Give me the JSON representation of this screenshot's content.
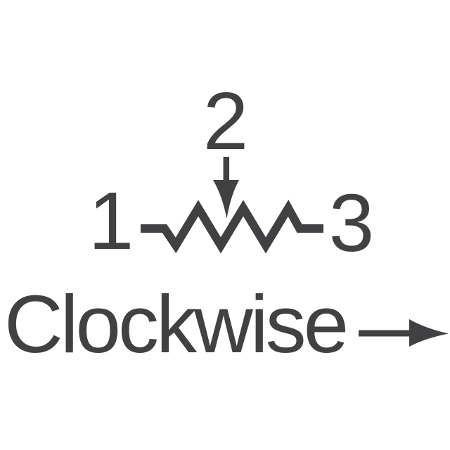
{
  "schematic": {
    "component": "potentiometer",
    "terminals": {
      "t1": {
        "label": "1"
      },
      "t2": {
        "label": "2"
      },
      "t3": {
        "label": "3"
      }
    },
    "direction": {
      "label": "Clockwise",
      "arrow": "right-arrow"
    },
    "icons": {
      "wiper_arrow": "down-arrow",
      "resistor": "zigzag"
    },
    "colors": {
      "ink": "#414042",
      "background": "#ffffff"
    }
  }
}
